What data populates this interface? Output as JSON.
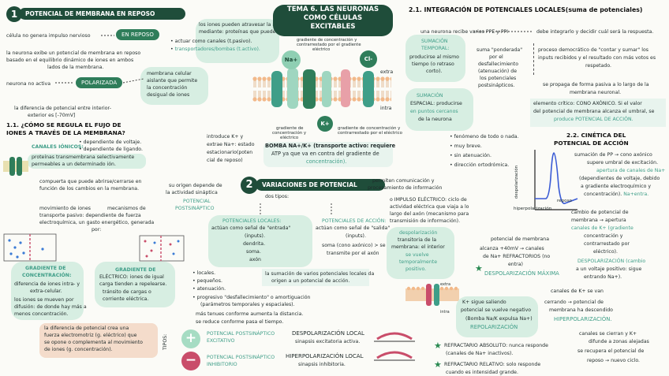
{
  "sec1": {
    "num": "1",
    "title": "POTENCIAL DE MEMBRANA EN REPOSO",
    "l1": "célula no genera impulso nervioso",
    "en_reposo": "EN REPOSO",
    "l2": "la neurona exibe un potencial de membrana en reposo",
    "l3": "basado en el equilibrio dinámico de iones en ambos",
    "l4": "lados de la membrana.",
    "l5": "neurona no activa",
    "polarizada": "POLARIZADA",
    "l6": "la diferencia de potencial entre interior-",
    "l7": "exterior es [-70mV]",
    "iones1": "los iones pueden atravesar la membrana",
    "iones2": "mediante: proteínas que pueden:",
    "iones3": "actuar como canales (t.pasivo).",
    "iones4": "transportadores/bombas (t.activo).",
    "celular1": "membrana celular",
    "celular2": "aislante que permite",
    "celular3": "la concentración",
    "celular4": "desigual de iones"
  },
  "sec11": {
    "title1": "1.1. ¿CÓMO SE REGULA EL FUJO DE",
    "title2": "IONES A TRAVÉS DE LA MEMBRANA?",
    "canales": "CANALES IÓNICOS:",
    "dep1": "dependiente de voltaje.",
    "dep2": "dependiente de ligando.",
    "prot1": "proteínas transmembrana selectivamente",
    "prot2": "permeables a un determinado ión.",
    "comp1": "compuerta que puede abrirse/cerrarse en",
    "comp2": "función de los cambios en la membrana.",
    "mov1": "movimiento de iones",
    "mov2": "mecanismos de",
    "mov3": "transporte pasivo: dependiente de fuerza",
    "mov4": "electroquímica, un gasto energético, generada",
    "mov5": "por:",
    "grad1": "GRADIENTE DE",
    "grad2": "CONCENTRACIÓN:",
    "grad3": "diferencia de iones intra- y",
    "grad4": "extra-celular.",
    "grad5": "los iones se mueven por",
    "grad6": "difusión: de donde hay más a",
    "grad7": "menos concentración.",
    "ge1": "GRADIENTE DE",
    "ge2": "ELÉCTRICO: iones de igual",
    "ge3": "carga tienden a repelearse.",
    "ge4": "tránsito de cargas o",
    "ge5": "corriente eléctrica.",
    "fuerza1": "la diferencia de potencial crea una",
    "fuerza2": "fuerza electromotriz (g. eléctrico) que",
    "fuerza3": "se opone o complementa al movimiento",
    "fuerza4": "de iones (g. concentración)."
  },
  "tema": {
    "title1": "TEMA 6. LAS NEURONAS",
    "title2": "COMO CÉLULAS",
    "title3": "EXCITABLES",
    "grad_top1": "gradiente de concentración y",
    "grad_top2": "contrarrestado por el gradiente",
    "grad_top3": "eléctrico",
    "na": "Na+",
    "cl": "Cl-",
    "k": "K+",
    "extra": "extra",
    "intra": "intra",
    "gc1": "gradiente de",
    "gc2": "concentración y",
    "gc3": "eléctrico",
    "gk1": "gradiente de concentración y",
    "gk2": "contrarrestado por el eléctrico",
    "intro1": "introduce K+ y",
    "intro2": "extrae Na+: estado",
    "intro3": "estacionario(poten",
    "intro4": "cial de reposo)",
    "bomba1": "BOMBA NA+/K+ (transporte activo: requiere",
    "bomba2": "ATP ya que va en contra del gradiente de",
    "bomba3": "concentración)."
  },
  "sec2": {
    "num": "2",
    "title": "VARIACIONES DE POTENCIAL",
    "dos_tipos": "dos tipos:",
    "origen1": "su origen depende de",
    "origen2": "la actividad sináptica",
    "origen3": "POTENCIAL",
    "origen4": "POSTSINÁPTICO",
    "loc1": "POTENCIALES LOCALES:",
    "loc2": "actúan como señal de \"entrada\"",
    "loc3": "(inputs).",
    "loc4": "dendrita.",
    "loc5": "soma.",
    "loc6": "axón",
    "acc1": "POTENCIALES DE ACCIÓN:",
    "acc2": "actúan como señal de \"salida\"",
    "acc3": "(inputs).",
    "acc4": "soma (cono axónico) > se",
    "acc5": "transmite por el axón",
    "perm1": "permiten comunicación y",
    "perm2": "procesamiento de información",
    "local_list": [
      "locales.",
      "pequeños.",
      "atenuación.",
      "progresivo \"desfallecimiento\" o amortiguación",
      "(parámetros temporales y espaciales).",
      "más tenues conforme aumenta la distancia.",
      "se reduce conforme pasa el tiempo."
    ],
    "suma1": "la sumación de varios potenciales locales da",
    "suma2": "origen a un potencial de acción.",
    "imp1": "o IMPULSO ELÉCTRICO: ciclo de",
    "imp2": "actividad eléctrica que viaja a lo",
    "imp3": "largo del axón (mecanismo para",
    "imp4": "transmisión de información).",
    "desp1": "despolarización",
    "desp2": "transitoria de la",
    "desp3": "membrana: el interior",
    "desp4": "se vuelve",
    "desp5": "temporalmente",
    "desp6": "positivo.",
    "tipos": "TIPOS:",
    "exc1": "POTENCIAL POSTSINÁPTICO",
    "exc2": "EXCITATIVO",
    "inh1": "POTENCIAL POSTSINÁPTICO",
    "inh2": "INHIBITORIO",
    "dl1": "DESPOLARIZACIÓN LOCAL",
    "dl2": "sinapsis excitatoria activa.",
    "hl1": "HIPERPOLARIZACIÓN LOCAL",
    "hl2": "sinapsis inhibitoria.",
    "extra": "extra",
    "intra": "intra"
  },
  "sec21": {
    "title": "2.1. INTEGRACIÓN DE POTENCIALES LOCALES(suma de potenciales)",
    "rec": "una neurona recibe varios PPE y PPI",
    "integ": "debe integrarlo y decidir cuál será la respuesta.",
    "st1": "SUMACIÓN",
    "st2": "TEMPORAL:",
    "st3": "producirse al mismo",
    "st4": "tiempo (o retraso",
    "st5": "corto).",
    "pond1": "suma \"ponderada\"",
    "pond2": "por el",
    "pond3": "desfallecimiento",
    "pond4": "(atenuación) de",
    "pond5": "los potenciales",
    "pond6": "postsinápticos.",
    "proc1": "proceso democrático de \"contar y sumar\" los",
    "proc2": "inputs recibidos y el resultado con más votos es",
    "proc3": "respetado.",
    "prop1": "se propaga de forma pasiva a lo largo de la",
    "prop2": "membrana neuronal.",
    "crit1": "elemento crítico: CONO AXÓNICO. Si el valor",
    "crit2": "del potencial de membrana alcanza el umbral, se",
    "crit3": "produce POTENCIAL DE ACCIÓN.",
    "se1": "SUMACIÓN",
    "se2": "ESPACIAL: producirse",
    "se3": "en puntos cercanos",
    "se4": "de la neurona",
    "feat": [
      "fenómeno de todo o nada.",
      "muy breve.",
      "sin atenuación.",
      "dirección ortodrómica."
    ]
  },
  "sec22": {
    "title1": "2.2. CINÉTICA DEL",
    "title2": "POTENCIAL DE ACCIÓN",
    "ylabel": "despolarización",
    "xlabel1": "hiperpolarización",
    "xlabel2": "reposo",
    "c1": "sumación de PP",
    "c2": "cono axónico",
    "c3": "supere umbral de excitación.",
    "c4": "apertura de canales de Na+",
    "c5": "(dependientes de voltaje, debido",
    "c6": "a gradiente electroquímico y",
    "c7": "concentración).",
    "c8": "Na+entra.",
    "k1": "cambio de potencial de",
    "k2": "membrana",
    "k3": "apertura",
    "k4": "canales de K+ (gradiente",
    "k5": "concentración y",
    "k6": "contrarrestado por",
    "k7": "eléctrico).",
    "k8": "DESPOLARIZACIÓN (cambio",
    "k9": "a un voltaje positivo: sigue",
    "k10": "entrando Na+).",
    "m1": "potencial de membrana",
    "m2": "alcanza +40mV",
    "m3": "canales",
    "m4": "de Na+ REFRACTORIOS (no",
    "m5": "entra)",
    "m6": "DESPOLARIZACIÓN MÁXIMA",
    "r1": "K+ sigue saliendo",
    "r2": "potencial se vuelve negativo",
    "r3": "(Bomba Na/K expulsa Na+)",
    "r4": "REPOLARIZACIÓN",
    "cl1": "canales de K+ se van",
    "cl2": "cerrando",
    "cl3": "potencial de",
    "cl4": "membrana ha descendido",
    "cl5": "HIPERPOLARIZACIÓN.",
    "ret1": "canales se cierran y K+",
    "ret2": "difunde a zonas alejadas",
    "ret3": "se recupera el potencial de",
    "ret4": "reposo",
    "ret5": "nuevo ciclo.",
    "ra1": "REFRACTARIO ABSOLUTO: nunca responde",
    "ra2": "(canales de Na+ inactivos).",
    "rr1": "REFRACTARIO RELATIVO: solo responde",
    "rr2": "cuando es intensidad grande."
  },
  "colors": {
    "dark_green": "#1f4d3a",
    "accent_green": "#3f9e88",
    "mint": "#d7eee2",
    "peach": "#f4dccb",
    "pink": "#c94d6a"
  }
}
